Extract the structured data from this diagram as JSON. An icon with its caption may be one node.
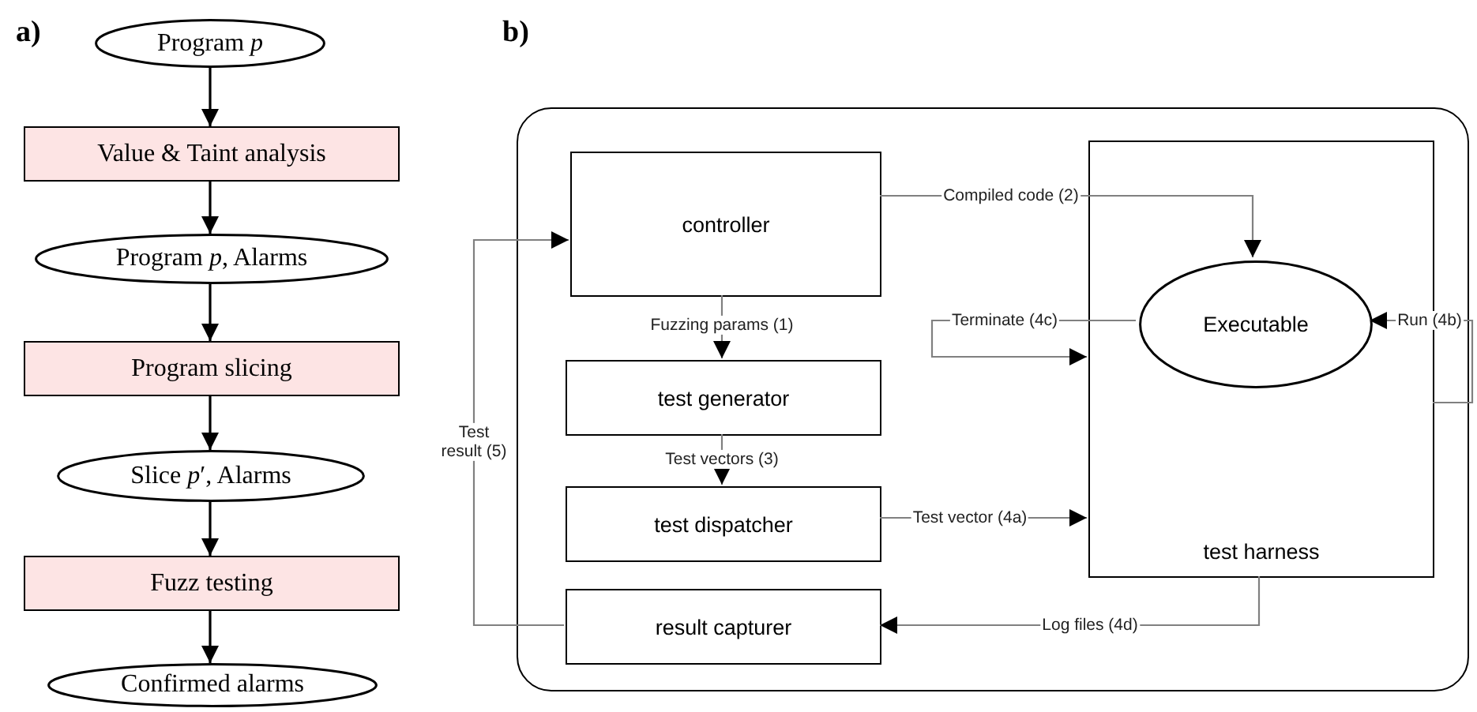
{
  "diagram": {
    "nodes": [
      {
        "text": [
          "Program *p*"
        ]
      },
      {
        "text": [
          "Value & Taint analysis"
        ]
      },
      {
        "text": [
          "Program *p*, Alarms"
        ]
      },
      {
        "text": [
          "Program slicing"
        ]
      },
      {
        "text": [
          "Slice *p*′, Alarms"
        ]
      },
      {
        "text": [
          "Fuzz testing"
        ]
      },
      {
        "text": [
          "Confirmed alarms"
        ]
      },
      {
        "text": [],
        "shape": "box"
      },
      {
        "text": [
          "controller"
        ],
        "in": 7
      },
      {
        "text": [
          "test generator"
        ],
        "in": 7
      },
      {
        "text": [
          "test dispatcher"
        ],
        "in": 7
      },
      {
        "text": [
          "result capturer"
        ],
        "in": 7
      },
      {
        "text": [
          "test harness"
        ],
        "in": 7
      },
      {
        "text": [
          "Executable"
        ],
        "in": 12
      }
    ],
    "edges": [
      {
        "from": 0,
        "to": 1,
        "arrow": "to",
        "color": "#000000"
      },
      {
        "from": 1,
        "to": 2,
        "arrow": "to",
        "color": "#000000"
      },
      {
        "from": 2,
        "to": 3,
        "arrow": "to",
        "color": "#000000"
      },
      {
        "from": 3,
        "to": 4,
        "arrow": "to",
        "color": "#000000"
      },
      {
        "from": 4,
        "to": 5,
        "arrow": "to",
        "color": "#000000"
      },
      {
        "from": 5,
        "to": 6,
        "arrow": "to",
        "color": "#000000"
      },
      {
        "from": 8,
        "to": 9,
        "arrow": "to",
        "label": "Fuzzing params (1)"
      },
      {
        "from": 8,
        "to": 13,
        "arrow": "to",
        "label": "Compiled code (2)"
      },
      {
        "from": 9,
        "to": 10,
        "arrow": "to",
        "label": "Test vectors (3)"
      },
      {
        "from": 10,
        "to": 12,
        "arrow": "to",
        "label": "Test vector (4a)"
      },
      {
        "from": 12,
        "to": 13,
        "arrow": "to",
        "label": "Run (4b)"
      },
      {
        "from": 13,
        "to": 12,
        "arrow": "to",
        "label": "Terminate (4c)"
      },
      {
        "from": 12,
        "to": 11,
        "arrow": "to",
        "label": "Log files (4d)"
      },
      {
        "from": 11,
        "to": 8,
        "arrow": "to",
        "label": "Test result (5)"
      }
    ],
    "labels": [
      "a)",
      "b)"
    ]
  }
}
